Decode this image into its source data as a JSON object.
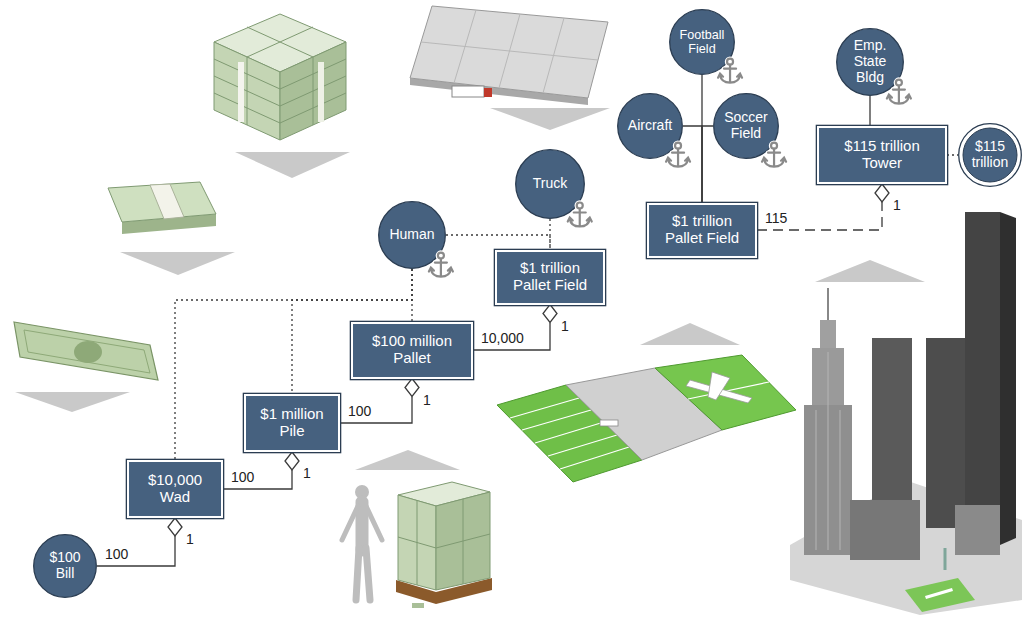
{
  "diagram": {
    "nodes": [
      {
        "text": [
          "Football Field"
        ]
      },
      {
        "text": [
          "Emp. State Bldg"
        ]
      },
      {
        "text": [
          "Aircraft"
        ]
      },
      {
        "text": [
          "Soccer Field"
        ]
      },
      {
        "text": [
          "$115 trillion Tower"
        ]
      },
      {
        "text": [
          "$115 trillion"
        ]
      },
      {
        "text": [
          "Truck"
        ]
      },
      {
        "text": [
          "$1 trillion Pallet Field"
        ]
      },
      {
        "text": [
          "Human"
        ]
      },
      {
        "text": [
          "$1 trillion Pallet Field"
        ]
      },
      {
        "text": [
          "$100 million Pallet"
        ]
      },
      {
        "text": [
          "$1 million Pile"
        ]
      },
      {
        "text": [
          "$10,000 Wad"
        ]
      },
      {
        "text": [
          "$100 Bill"
        ]
      }
    ],
    "edges": [
      {
        "from": 13,
        "to": 12,
        "label": "100",
        "arrow": "to"
      },
      {
        "from": 12,
        "to": 11,
        "label": "100",
        "arrow": "to"
      },
      {
        "from": 11,
        "to": 10,
        "label": "100",
        "arrow": "to"
      },
      {
        "from": 10,
        "to": 9,
        "label": "10,000",
        "arrow": "to"
      },
      {
        "from": 7,
        "to": 4,
        "label": "115",
        "arrow": "to"
      },
      {
        "from": 1,
        "to": 4,
        "arrow": "none"
      },
      {
        "from": 4,
        "to": 5,
        "arrow": "none"
      },
      {
        "from": 0,
        "to": 7,
        "arrow": "none"
      },
      {
        "from": 2,
        "to": 7,
        "arrow": "none"
      },
      {
        "from": 3,
        "to": 7,
        "arrow": "none"
      },
      {
        "from": 6,
        "to": 9,
        "arrow": "none"
      },
      {
        "from": 8,
        "to": 9,
        "arrow": "none"
      },
      {
        "from": 8,
        "to": 10,
        "arrow": "none"
      },
      {
        "from": 8,
        "to": 11,
        "arrow": "none"
      },
      {
        "from": 8,
        "to": 12,
        "arrow": "none"
      }
    ],
    "labels": [
      "1",
      "1",
      "1",
      "1",
      "1"
    ]
  }
}
